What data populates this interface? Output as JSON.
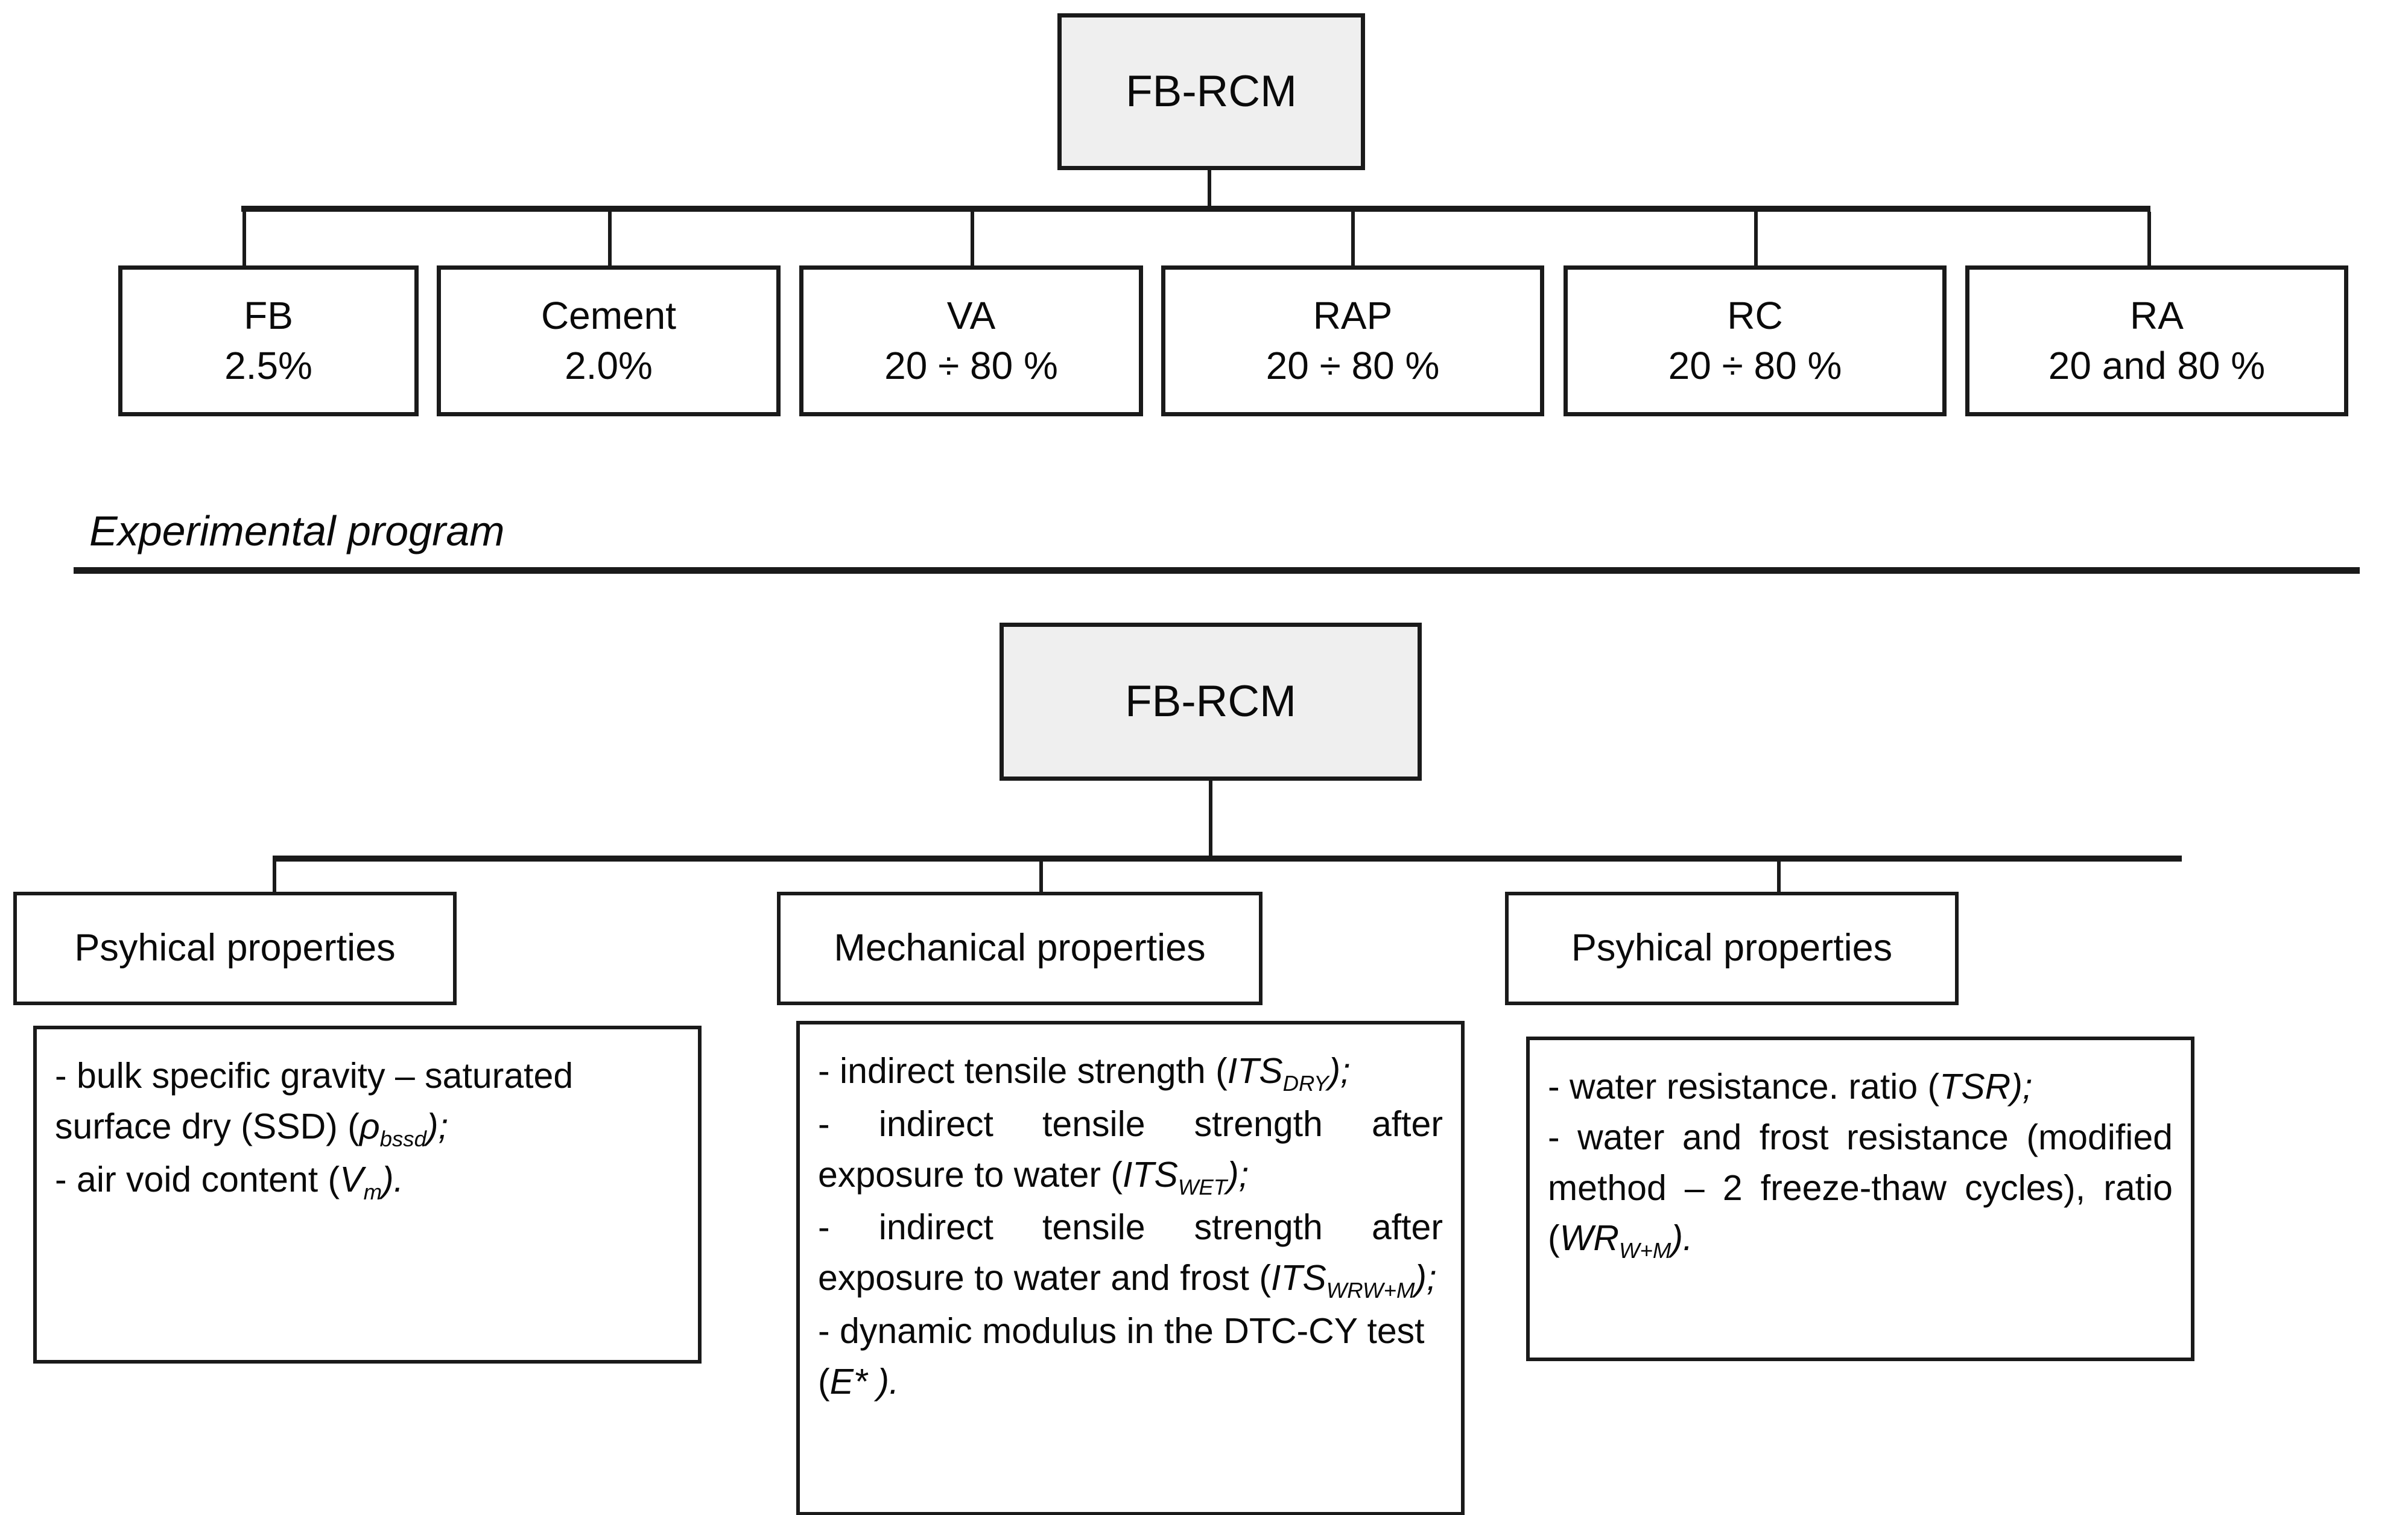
{
  "diagram": {
    "top_section": {
      "root_label": "FB-RCM",
      "components": [
        {
          "name": "FB",
          "value": "2.5%"
        },
        {
          "name": "Cement",
          "value": "2.0%"
        },
        {
          "name": "VA",
          "value": "20 ÷ 80 %"
        },
        {
          "name": "RAP",
          "value": "20 ÷ 80 %"
        },
        {
          "name": "RC",
          "value": "20 ÷ 80 %"
        },
        {
          "name": "RA",
          "value": "20 and 80 %"
        }
      ]
    },
    "section_title": "Experimental program",
    "bottom_section": {
      "root_label": "FB-RCM",
      "groups": [
        {
          "header": "Psyhical properties"
        },
        {
          "header": "Mechanical  properties"
        },
        {
          "header": "Psyhical properties"
        }
      ],
      "physical_items": {
        "line1_a": "- bulk specific gravity – saturated surface dry (SSD) (",
        "line1_sym": "ρ",
        "line1_sub": "bssd",
        "line1_b": ");",
        "line2_a": "- air void content (",
        "line2_sym": "V",
        "line2_sub": "m",
        "line2_b": ")."
      },
      "mechanical_items": {
        "i1_a": "- indirect tensile strength (",
        "i1_sym": "ITS",
        "i1_sub": "DRY",
        "i1_b": ");",
        "i2_a": "- indirect tensile strength after exposure to water (",
        "i2_sym": "ITS",
        "i2_sub": "WET",
        "i2_b": ");",
        "i3_a": "- indirect tensile strength after exposure to water and frost (",
        "i3_sym": "ITS",
        "i3_sub": "WRW+M",
        "i3_b": ");",
        "i4_a": "- dynamic modulus in the DTC-CY test (",
        "i4_sym": "E*",
        "i4_b": " )."
      },
      "resistance_items": {
        "r1_a": "- water resistance. ratio (",
        "r1_sym": "TSR",
        "r1_b": ");",
        "r2_a": "-  water and frost resistance (modified method – 2 freeze-thaw cycles), ratio (",
        "r2_sym": "WR",
        "r2_sub": "W+M",
        "r2_b": ")."
      }
    },
    "colors": {
      "stroke": "#1a1a1a",
      "root_fill": "#efefef",
      "box_fill": "#ffffff",
      "text": "#0a0a0a"
    }
  }
}
